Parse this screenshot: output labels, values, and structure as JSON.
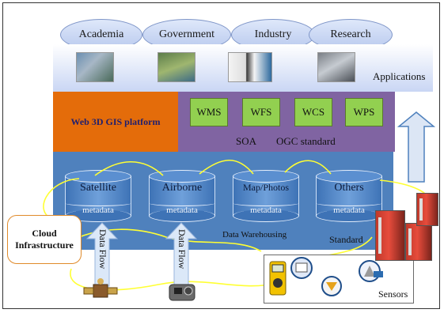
{
  "users": {
    "academia": "Academia",
    "government": "Government",
    "industry": "Industry",
    "research": "Research"
  },
  "applications_label": "Applications",
  "platform": {
    "title": "Web 3D GIS platform",
    "services": [
      "WMS",
      "WFS",
      "WCS",
      "WPS"
    ],
    "soa_label": "SOA",
    "ogc_label": "OGC standard"
  },
  "warehouse": {
    "label": "Data Warehousing",
    "stores": [
      {
        "title": "Satellite",
        "meta": "metadata"
      },
      {
        "title": "Airborne",
        "meta": "metadata"
      },
      {
        "title": "Map/Photos",
        "meta": "metadata"
      },
      {
        "title": "Others",
        "meta": "metadata"
      }
    ]
  },
  "cloud": {
    "line1": "Cloud",
    "line2": "Infrastructure"
  },
  "data_flow": [
    "Data Flow",
    "Data Flow"
  ],
  "standard_label": "Standard",
  "sensors_label": "Sensors",
  "colors": {
    "platform": "#e46c0a",
    "soa": "#8064a2",
    "services": "#92d050",
    "warehouse": "#4f81bd",
    "connector": "#ffff33"
  }
}
